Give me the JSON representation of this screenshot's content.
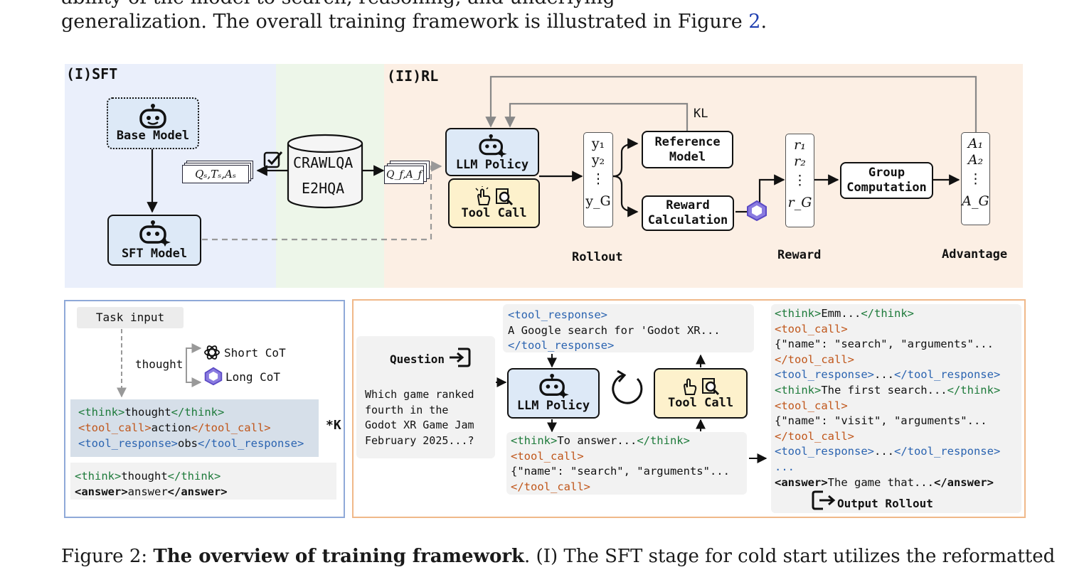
{
  "body_text": {
    "line1_partial": "ability of the model to search, reasoning, and underlying",
    "line2_prefix": "generalization. The overall training framework is illustrated in Figure ",
    "line2_link": "2",
    "line2_suffix": "."
  },
  "sft": {
    "title": "(I)SFT",
    "base_model": "Base Model",
    "sft_model": "SFT Model",
    "datasets": [
      "CRAWLQA",
      "E2HQA"
    ],
    "qs_label": "Qₛ,Tₛ,Aₛ",
    "qf_label": "Q_f,A_f"
  },
  "rl": {
    "title": "(II)RL",
    "llm_policy": "LLM Policy",
    "tool_call": "Tool Call",
    "reference_model": [
      "Reference",
      "Model"
    ],
    "reward_calculation": [
      "Reward",
      "Calculation"
    ],
    "group_computation": [
      "Group",
      "Computation"
    ],
    "kl": "KL",
    "rollout": "Rollout",
    "reward": "Reward",
    "advantage": "Advantage",
    "y_col": [
      "y₁",
      "y₂",
      "⋮",
      "y_G"
    ],
    "r_col": [
      "r₁",
      "r₂",
      "⋮",
      "r_G"
    ],
    "a_col": [
      "A₁",
      "A₂",
      "⋮",
      "A_G"
    ]
  },
  "bottom_left": {
    "task_input": "Task input",
    "thought": "thought",
    "short_cot": "Short CoT",
    "long_cot": "Long CoT",
    "loop_marker": "*K",
    "tag_think_open": "<think>",
    "tag_think_close": "</think>",
    "tag_tool_call_open": "<tool_call>",
    "tag_tool_call_close": "</tool_call>",
    "tag_tool_response_open": "<tool_response>",
    "tag_tool_response_close": "</tool_response>",
    "tag_answer_open": "<answer>",
    "tag_answer_close": "</answer>",
    "w_thought": "thought",
    "w_action": "action",
    "w_obs": "obs",
    "w_answer": "answer"
  },
  "bottom_right": {
    "question_label": "Question",
    "question_text": [
      "Which game ranked",
      "fourth in the",
      "Godot XR Game Jam",
      "February 2025...?"
    ],
    "llm_policy": "LLM Policy",
    "tool_call": "Tool Call",
    "top_resp_open": "<tool_response>",
    "top_resp_text": "A Google search for 'Godot XR...",
    "top_resp_close": "</tool_response>",
    "mid_think_text": "To answer...",
    "mid_args": "{\"name\": \"search\", \"arguments\"...",
    "r_think1": "Emm...",
    "r_args1": "{\"name\": \"search\", \"arguments\"...",
    "r_resp_mid": "...",
    "r_think2": "The first search...",
    "r_args2": "{\"name\": \"visit\", \"arguments\"...",
    "r_dots": "...",
    "r_answer_text": "The game that...",
    "output_rollout": "Output Rollout"
  },
  "caption": {
    "prefix": "Figure 2: ",
    "bold": "The overview of training framework",
    "rest": ". (I) The SFT stage for cold start utilizes the reformatted"
  },
  "colors": {
    "sft_bg": "#eaeffb",
    "green_bg": "#edf6e9",
    "rl_bg": "#fcefe4",
    "box_blue": "#dde9f7",
    "box_yellow": "#fdf1cc",
    "tag_green": "#1d7a3a",
    "tag_orange": "#c0561a",
    "tag_blue": "#2a63b0",
    "link_blue": "#1f3fb0"
  }
}
